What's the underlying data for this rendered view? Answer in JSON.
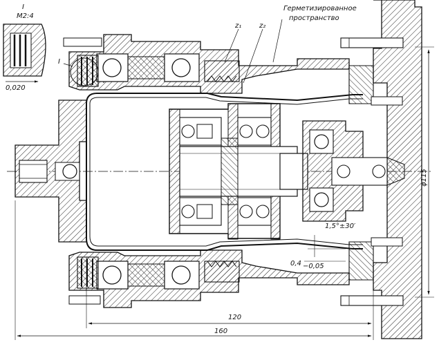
{
  "labels": {
    "title_line1": "Герметизированное",
    "title_line2": "пространство",
    "detail_ref": "I",
    "detail_scale": "М2:4",
    "detail_tolerance": "0,020",
    "gear_z1": "z₁",
    "gear_z2": "z₂",
    "gap_angle": "1,5°±30′",
    "gap_size": "0,4",
    "gap_tol": "−0,05"
  },
  "dimensions": {
    "length_120": "120",
    "length_160": "160",
    "diameter": "φ115"
  },
  "colors": {
    "line": "#111111",
    "hatch": "#222222",
    "background": "#ffffff"
  }
}
